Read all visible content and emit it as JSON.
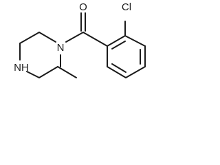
{
  "molecule": {
    "atoms": {
      "oxygen": "O",
      "chlorine": "Cl",
      "nitrogen_amide": "N",
      "nitrogen_amine": "NH"
    },
    "colors": {
      "bond": "#1a1a1a",
      "label": "#1a1a1a",
      "background": "#ffffff"
    }
  }
}
